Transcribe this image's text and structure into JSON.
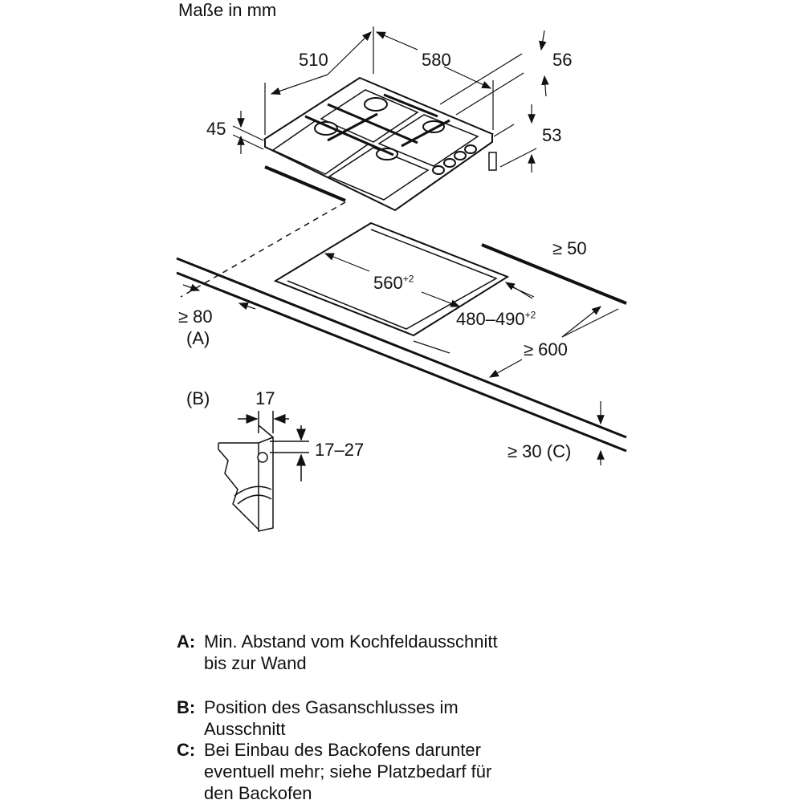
{
  "title": "Maße in mm",
  "dimensions": {
    "depth": "510",
    "width": "580",
    "height_right": "56",
    "height_left": "45",
    "height_pipe": "53",
    "wall_right": "≥ 50",
    "cutout_width": "560",
    "cutout_width_tol": "+2",
    "cutout_depth": "480–490",
    "cutout_depth_tol": "+2",
    "counter_depth": "≥ 600",
    "wall_distance": "≥ 80",
    "label_a": "(A)",
    "label_b": "(B)",
    "b_width": "17",
    "b_height": "17–27",
    "c_distance": "≥ 30",
    "label_c": "(C)"
  },
  "legend": [
    {
      "key": "A:",
      "lines": [
        "Min. Abstand vom Kochfeldausschnitt",
        "bis zur Wand"
      ]
    },
    {
      "key": "B:",
      "lines": [
        "Position des Gasanschlusses im",
        "Ausschnitt"
      ]
    },
    {
      "key": "C:",
      "lines": [
        "Bei Einbau des Backofens darunter",
        "eventuell mehr; siehe Platzbedarf für",
        "den Backofen"
      ]
    }
  ]
}
